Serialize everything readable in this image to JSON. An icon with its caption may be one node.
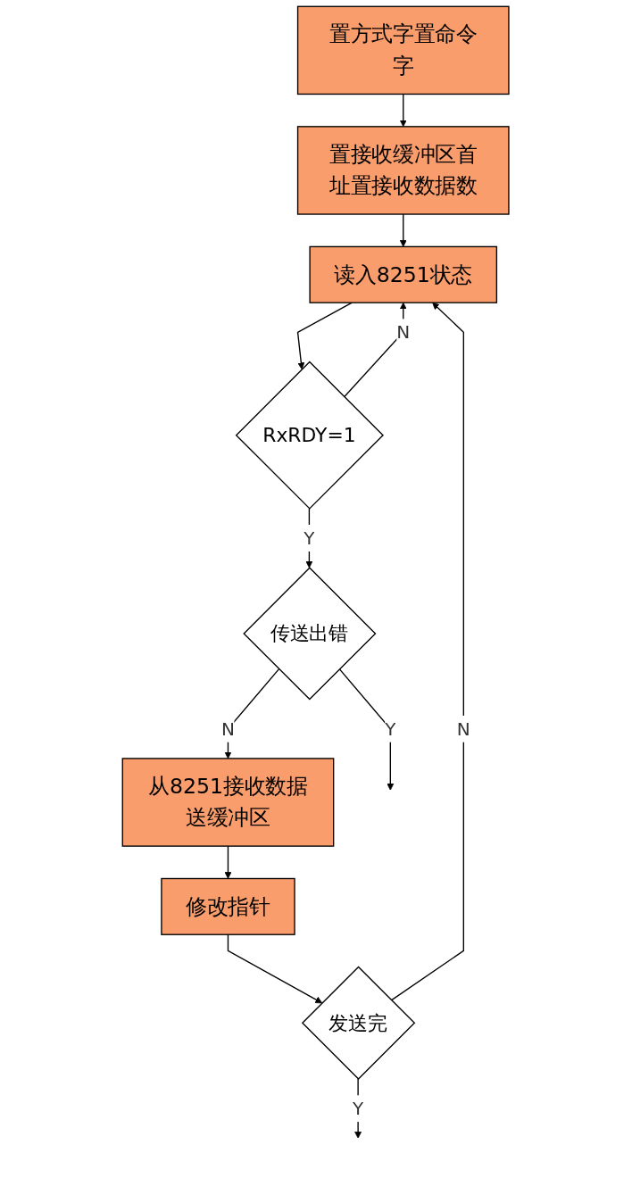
{
  "diagram": {
    "nodes": [
      {
        "text": [
          "置方式字置命令字"
        ]
      },
      {
        "text": [
          "置接收缓冲区首址置接收数据数"
        ]
      },
      {
        "text": [
          "读入8251状态"
        ]
      },
      {
        "text": [
          "RxRDY=1"
        ]
      },
      {
        "text": [
          "传送出错"
        ]
      },
      {
        "text": [
          "从8251接收数据送缓冲区"
        ]
      },
      {
        "text": [
          "修改指针"
        ]
      },
      {
        "text": [
          "发送完"
        ]
      }
    ],
    "edges": [
      {
        "from": 0,
        "to": 1,
        "arrow": "to"
      },
      {
        "from": 1,
        "to": 2,
        "arrow": "to"
      },
      {
        "from": 2,
        "to": 3,
        "arrow": "to"
      },
      {
        "from": 3,
        "to": 2,
        "label": "N",
        "arrow": "to"
      },
      {
        "from": 3,
        "to": 4,
        "label": "Y",
        "arrow": "to"
      },
      {
        "from": 4,
        "to": null,
        "label": "Y",
        "arrow": "to"
      },
      {
        "from": 4,
        "to": 5,
        "label": "N",
        "arrow": "to"
      },
      {
        "from": 5,
        "to": 6,
        "arrow": "to"
      },
      {
        "from": 6,
        "to": 7,
        "arrow": "to"
      },
      {
        "from": 7,
        "to": 2,
        "label": "N",
        "arrow": "to"
      },
      {
        "from": 7,
        "to": null,
        "label": "Y",
        "arrow": "to"
      }
    ]
  }
}
